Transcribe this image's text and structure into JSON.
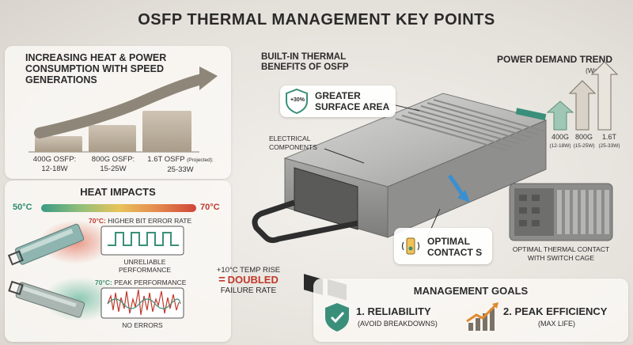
{
  "title": "OSFP THERMAL MANAGEMENT KEY POINTS",
  "left_top": {
    "heading": "INCREASING HEAT & POWER CONSUMPTION WITH SPEED GENERATIONS",
    "generations": [
      {
        "name": "400G OSFP:",
        "power": "12-18W"
      },
      {
        "name": "800G OSFP:",
        "power": "15-25W"
      },
      {
        "name": "1.6T OSFP",
        "note": "(Projected):",
        "power": "25-33W"
      }
    ]
  },
  "heat_impacts": {
    "heading": "HEAT IMPACTS",
    "temp_low": "50°C",
    "temp_high": "70°C",
    "hot_temp": "70°C:",
    "hot_effect": "HIGHER BIT ERROR RATE",
    "hot_result": "UNRELIABLE PERFORMANCE",
    "cool_temp": "70°C:",
    "cool_effect": "PEAK PERFORMANCE",
    "cool_result": "NO ERRORS",
    "rise_label": "+10°C TEMP RISE",
    "equals": "=",
    "doubled": "DOUBLED",
    "failure": "FAILURE RATE"
  },
  "builtin": {
    "heading": "BUILT-IN THERMAL BENEFITS OF OSFP",
    "surface_badge": "+30%",
    "surface_label": "GREATER SURFACE AREA",
    "electrical": "ELECTRICAL COMPONENTS",
    "contact_label": "OPTIMAL CONTACT S",
    "cage_caption": "OPTIMAL THERMAL CONTACT WITH SWITCH CAGE"
  },
  "power_trend": {
    "heading": "POWER DEMAND TREND",
    "unit": "(Watts)",
    "bars": [
      {
        "name": "400G",
        "range": "(12-18W)"
      },
      {
        "name": "800G",
        "range": "(15-25W)"
      },
      {
        "name": "1.6T",
        "range": "(25-33W)"
      }
    ]
  },
  "goals": {
    "heading": "MANAGEMENT GOALS",
    "items": [
      {
        "title": "1. RELIABILITY",
        "sub": "(AVOID BREAKDOWNS)"
      },
      {
        "title": "2. PEAK EFFICIENCY",
        "sub": "(MAX LIFE)"
      }
    ]
  },
  "colors": {
    "teal": "#3a8f7a",
    "red": "#c0392b",
    "blue_arrow": "#3a8fd0"
  }
}
